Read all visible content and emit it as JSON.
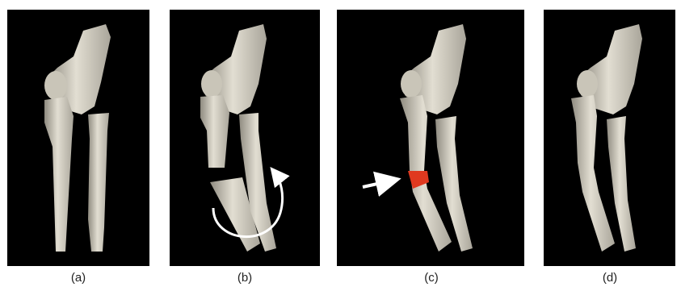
{
  "panels": [
    {
      "id": "a",
      "caption": "(a)"
    },
    {
      "id": "b",
      "caption": "(b)"
    },
    {
      "id": "c",
      "caption": "(c)"
    },
    {
      "id": "d",
      "caption": "(d)"
    }
  ],
  "colors": {
    "background": "#000000",
    "bone": "#d9d5c8",
    "highlight": "#e0391f",
    "arrow": "#ffffff"
  }
}
